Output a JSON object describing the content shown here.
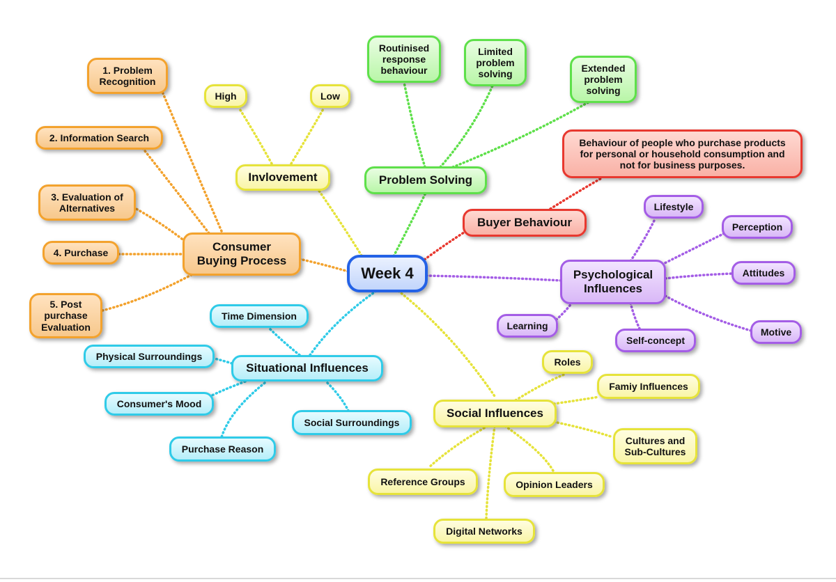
{
  "center": "Week 4",
  "colors": {
    "orange": "#f3a22d",
    "yellow": "#e6e33a",
    "green": "#5ee04a",
    "red": "#e8382f",
    "purple": "#a45de6",
    "cyan": "#2fcbe8",
    "blue": "#2462e6"
  },
  "branches": {
    "consumer_buying_process": {
      "label": "Consumer\nBuying Process",
      "children": [
        "1. Problem\nRecognition",
        "2. Information Search",
        "3. Evaluation of\nAlternatives",
        "4. Purchase",
        "5. Post\npurchase\nEvaluation"
      ]
    },
    "involvement": {
      "label": "Invlovement",
      "children": [
        "High",
        "Low"
      ]
    },
    "problem_solving": {
      "label": "Problem Solving",
      "children": [
        "Routinised\nresponse\nbehaviour",
        "Limited\nproblem\nsolving",
        "Extended\nproblem\nsolving"
      ]
    },
    "buyer_behaviour": {
      "label": "Buyer Behaviour",
      "definition": "Behaviour of people who purchase products\nfor personal or household consumption and\nnot for business purposes."
    },
    "psychological": {
      "label": "Psychological\nInfluences",
      "children": [
        "Lifestyle",
        "Perception",
        "Attitudes",
        "Motive",
        "Self-concept",
        "Learning"
      ]
    },
    "situational": {
      "label": "Situational Influences",
      "children": [
        "Time Dimension",
        "Physical Surroundings",
        "Consumer's Mood",
        "Purchase Reason",
        "Social Surroundings"
      ]
    },
    "social": {
      "label": "Social Influences",
      "children": [
        "Roles",
        "Famiy Influences",
        "Cultures and\nSub-Cultures",
        "Opinion Leaders",
        "Digital Networks",
        "Reference Groups"
      ]
    }
  }
}
